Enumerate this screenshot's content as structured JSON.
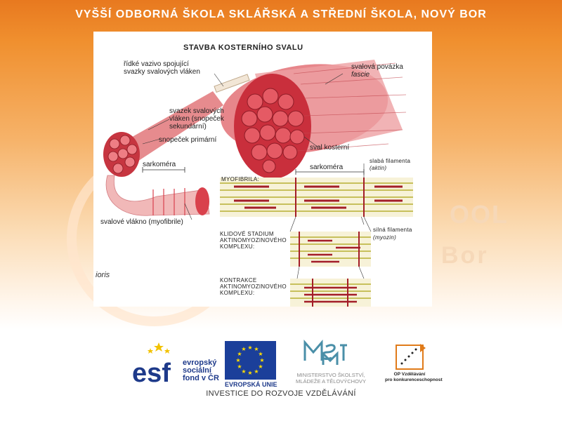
{
  "header": {
    "title": "VYŠŠÍ ODBORNÁ ŠKOLA SKLÁŘSKÁ A STŘEDNÍ ŠKOLA, NOVÝ BOR"
  },
  "background": {
    "watermark_line1": "OOL",
    "watermark_line2": "Bor",
    "side_note": "ioris"
  },
  "figure": {
    "title": "STAVBA KOSTERNÍHO SVALU",
    "labels": {
      "connective_tissue": "řídké vazivo spojující\nsvazky svalových vláken",
      "fascia": "svalová povázka",
      "fascia_latin": "fascie",
      "secondary_bundle": "svazek svalových\nvláken (snopeček\nsekundární)",
      "primary_bundle": "snopeček primární",
      "skeletal_muscle": "sval kosterní",
      "sarcomere_left": "sarkoméra",
      "muscle_fiber": "svalové vlákno (myofibrile)",
      "myofibril": "MYOFIBRILA:",
      "sarcomere_right": "sarkoméra",
      "thin_filament": "slabá filamenta",
      "thin_filament_latin": "(aktin)",
      "thick_filament": "silná filamenta",
      "thick_filament_latin": "(myozin)",
      "rest_state": "KLIDOVÉ STADIUM\nAKTINOMYOZINOVÉHO\nKOMPLEXU:",
      "contraction": "KONTRAKCE\nAKTINOMYOZINOVÉHO\nKOMPLEXU:"
    }
  },
  "logos": {
    "esf_text": "evropský\nsociální\nfond v ČR",
    "eu_label": "EVROPSKÁ UNIE",
    "msmt_label": "MINISTERSTVO ŠKOLSTVÍ,\nMLÁDEŽE A TĚLOVÝCHOVY",
    "op_label": "OP Vzdělávání\npro konkurenceschopnost"
  },
  "footer": {
    "text": "INVESTICE DO ROZVOJE VZDĚLÁVÁNÍ"
  },
  "colors": {
    "header_orange": "#e8791f",
    "muscle_red": "#d9414c",
    "eu_blue": "#1b3f9a",
    "esf_blue": "#1e3a8a"
  }
}
